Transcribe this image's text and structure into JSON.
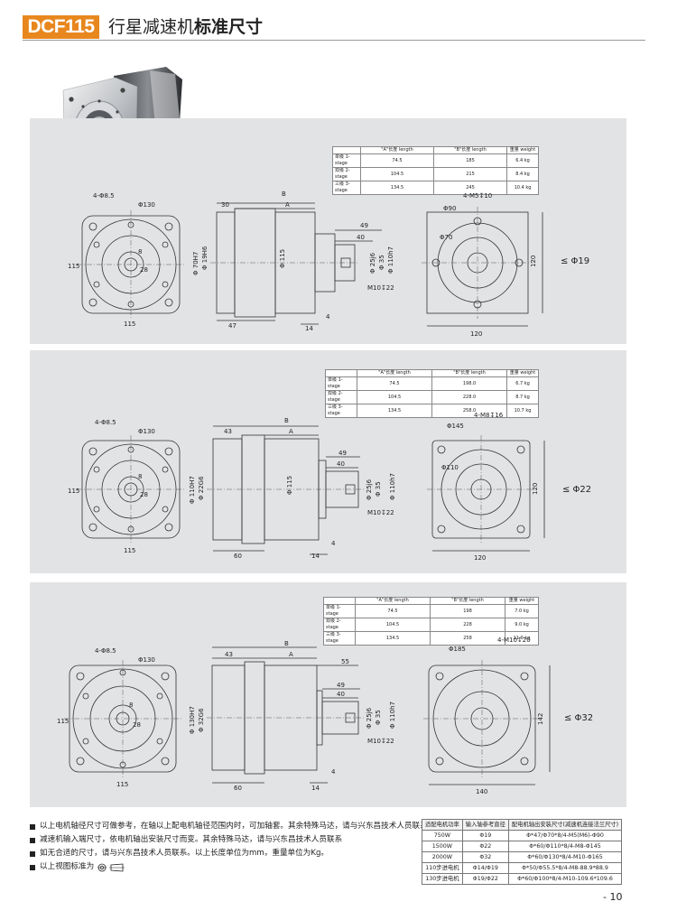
{
  "header": {
    "model": "DCF115",
    "title_light": "行星减速机",
    "title_bold": "标准尺寸"
  },
  "sections": [
    {
      "table": {
        "headers": [
          "",
          "\"A\"长度 length",
          "\"B\"长度 length",
          "重量 weight"
        ],
        "rows": [
          [
            "单级 1-stage",
            "74.5",
            "185",
            "6.4 kg"
          ],
          [
            "双级 2-stage",
            "104.5",
            "215",
            "8.4 kg"
          ],
          [
            "三级 3-stage",
            "134.5",
            "245",
            "10.4 kg"
          ]
        ]
      },
      "front": {
        "holes": "4-Φ8.5",
        "pcd": "Φ130",
        "size_side": "115",
        "size_bottom": "115",
        "key": "8",
        "shaft_h": "28"
      },
      "side": {
        "B": "B",
        "A": "A",
        "L1": "30",
        "L2": "49",
        "L3": "40",
        "L4": "47",
        "L5": "14",
        "L6": "4",
        "d_pilot": "Φ 70H7",
        "d_shaft_in": "Φ 19H6",
        "d_body": "Φ 115",
        "d_out": "Φ 25j6",
        "d_key": "Φ 35",
        "d_flange": "Φ 110h7",
        "thread": "M10↧22"
      },
      "motor": {
        "holes": "4-M5↧10",
        "pcd": "Φ90",
        "d2": "Φ70",
        "size_side": "120",
        "size_bottom": "120"
      },
      "label": "≤ Φ19"
    },
    {
      "table": {
        "headers": [
          "",
          "\"A\"长度 length",
          "\"B\"长度 length",
          "重量 weight"
        ],
        "rows": [
          [
            "单级 1-stage",
            "74.5",
            "198.0",
            "6.7 kg"
          ],
          [
            "双级 2-stage",
            "104.5",
            "228.0",
            "8.7 kg"
          ],
          [
            "三级 3-stage",
            "134.5",
            "258.0",
            "10.7 kg"
          ]
        ]
      },
      "front": {
        "holes": "4-Φ8.5",
        "pcd": "Φ130",
        "size_side": "115",
        "size_bottom": "115",
        "key": "8",
        "shaft_h": "28"
      },
      "side": {
        "B": "B",
        "A": "A",
        "L1": "43",
        "L2": "49",
        "L3": "40",
        "L4": "60",
        "L5": "14",
        "L6": "4",
        "d_pilot": "Φ 110H7",
        "d_shaft_in": "Φ 22G6",
        "d_body": "Φ 115",
        "d_out": "Φ 25j6",
        "d_key": "Φ 35",
        "d_flange": "Φ 110h7",
        "thread": "M10↧22"
      },
      "motor": {
        "holes": "4-M8↧16",
        "pcd": "Φ145",
        "d2": "Φ110",
        "size_side": "120",
        "size_bottom": "120"
      },
      "label": "≤ Φ22"
    },
    {
      "table": {
        "headers": [
          "",
          "\"A\"长度 length",
          "\"B\"长度 length",
          "重量 weight"
        ],
        "rows": [
          [
            "单级 1-stage",
            "74.5",
            "198",
            "7.0 kg"
          ],
          [
            "双级 2-stage",
            "104.5",
            "228",
            "9.0 kg"
          ],
          [
            "三级 3-stage",
            "134.5",
            "258",
            "11.0 kg"
          ]
        ]
      },
      "front": {
        "holes": "4-Φ8.5",
        "pcd": "Φ130",
        "size_side": "115",
        "size_bottom": "115",
        "key": "8",
        "shaft_h": "28"
      },
      "side": {
        "B": "B",
        "A": "A",
        "L1": "43",
        "L2": "55",
        "L3": "49",
        "L4": "40",
        "L5": "60",
        "L6": "14",
        "L7": "4",
        "d_pilot": "Φ 130H7",
        "d_shaft_in": "Φ 32G6",
        "d_out": "Φ 25j6",
        "d_key": "Φ 35",
        "d_flange": "Φ 110h7",
        "thread": "M10↧22"
      },
      "motor": {
        "holes": "4-M10↧20",
        "pcd": "Φ185",
        "size_side": "142",
        "size_bottom": "140"
      },
      "label": "≤ Φ32"
    }
  ],
  "notes": [
    "以上电机轴径尺寸可做参考，在轴以上配电机轴径范围内时，可加轴套。其余特殊马达，请与兴东昌技术人员联系",
    "减速机输入端尺寸，依电机轴出安装尺寸而变。其余特殊马达，请与兴东昌技术人员联系",
    "如无合适的尺寸，请与兴东昌技术人员联系。以上长度单位为mm，重量单位为Kg。",
    "以上视图标准为"
  ],
  "motor_table": {
    "headers": [
      "适配电机功率",
      "输入轴参考直径",
      "配电机轴出安装尺寸(减速机连接法兰尺寸)"
    ],
    "rows": [
      [
        "750W",
        "Φ19",
        "Φ*47/Φ70*8/4-M5(M6)-Φ90"
      ],
      [
        "1500W",
        "Φ22",
        "Φ*60/Φ110*8/4-M8-Φ145"
      ],
      [
        "2000W",
        "Φ32",
        "Φ*60/Φ130*8/4-M10-Φ165"
      ],
      [
        "110步进电机",
        "Φ14/Φ19",
        "Φ*50/Φ55.5*8/4-M8-88.9*88.9"
      ],
      [
        "130步进电机",
        "Φ19/Φ22",
        "Φ*60/Φ100*8/4-M10-109.6*109.6"
      ]
    ]
  },
  "page_number": "- 10"
}
